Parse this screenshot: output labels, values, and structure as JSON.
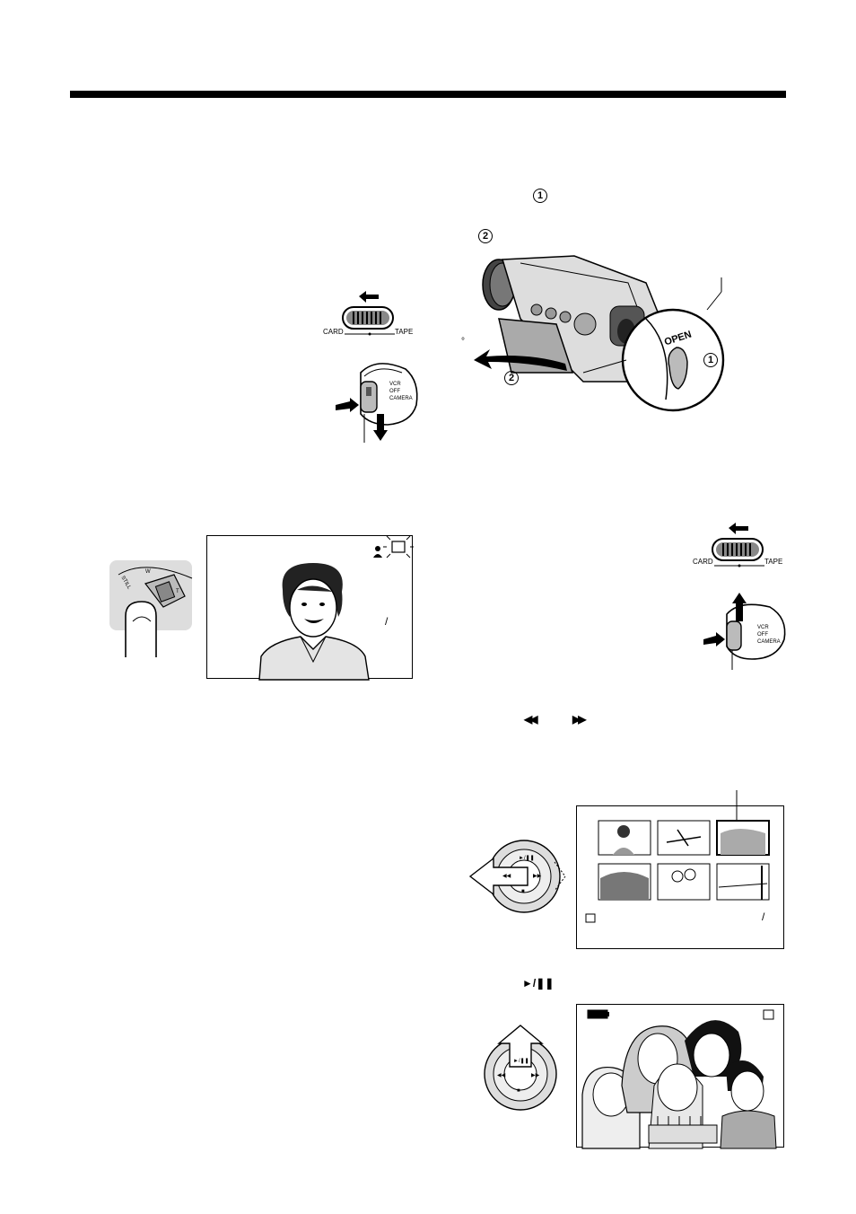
{
  "header_rule": "black",
  "step_markers": {
    "step1": "1",
    "step2": "2"
  },
  "switch_top": {
    "left_label": "CARD",
    "right_label": "TAPE"
  },
  "switch_bottom": {
    "left_label": "CARD",
    "right_label": "TAPE"
  },
  "dial_top": {
    "vcr": "VCR",
    "off": "OFF",
    "camera": "CAMERA"
  },
  "dial_bottom": {
    "vcr": "VCR",
    "off": "OFF",
    "camera": "CAMERA"
  },
  "camcorder": {
    "open_label": "OPEN",
    "callout_1": "1",
    "callout_2": "2",
    "degree_mark": "°"
  },
  "still_button": {
    "still": "STILL",
    "w": "W",
    "t": "T"
  },
  "lcd_capture": {
    "slash": "/"
  },
  "review_controls": {
    "rewind_symbol": "◀◀",
    "ffwd_symbol": "▶▶",
    "play_pause_symbol": "►/❚❚"
  },
  "control_ring": {
    "play_label": "►/❚❚",
    "rew_label": "◀◀",
    "ff_label": "▶▶",
    "stop_label": "■"
  },
  "thumbnail_screen": {
    "slash": "/"
  }
}
